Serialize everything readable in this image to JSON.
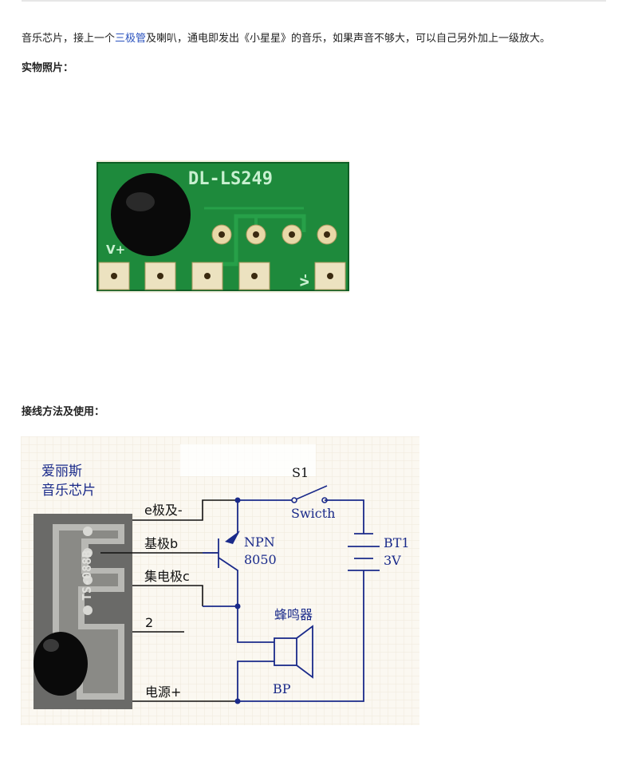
{
  "intro": {
    "before": "音乐芯片，接上一个",
    "link": "三极管",
    "after": "及喇叭，通电即发出《小星星》的音乐，如果声音不够大，可以自己另外加上一级放大。"
  },
  "headings": {
    "photo": "实物照片：",
    "wiring": "接线方法及使用："
  },
  "photo_board": {
    "label": "DL-LS249",
    "vplus": "V+",
    "vminus": "V-"
  },
  "schematic": {
    "chip_title_line1": "爱丽斯",
    "chip_title_line2": "音乐芯片",
    "chip_side_text": "TS-088B",
    "pin_e": "e极及-",
    "pin_b": "基极b",
    "pin_c": "集电极c",
    "pin_2": "2",
    "pin_power": "电源+",
    "switch_name": "S1",
    "switch_word": "Swicth",
    "transistor_type": "NPN",
    "transistor_model": "8050",
    "battery_name": "BT1",
    "battery_voltage": "3V",
    "buzzer_label": "蜂鸣器",
    "buzzer_ref": "BP"
  },
  "colors": {
    "link": "#2a52be",
    "pcb_green": "#1e8a3c",
    "wire_navy": "#1a2a8a",
    "pad_gold": "#e8d8a8"
  }
}
